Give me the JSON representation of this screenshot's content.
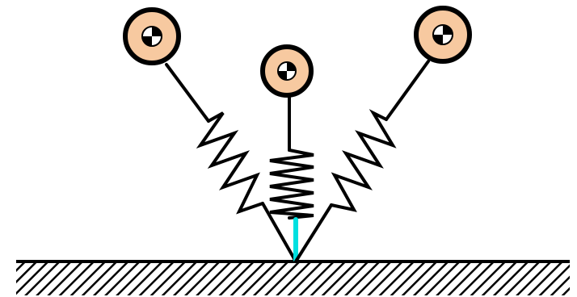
{
  "diagram": {
    "description_free": true,
    "masses": [
      {
        "id": "left",
        "fill_color": "#f7c9a0",
        "marker_icon": "center-of-mass-icon"
      },
      {
        "id": "middle",
        "fill_color": "#f7c9a0",
        "marker_icon": "center-of-mass-icon"
      },
      {
        "id": "right",
        "fill_color": "#f7c9a0",
        "marker_icon": "center-of-mass-icon"
      }
    ],
    "colors": {
      "line": "#000000",
      "mass_fill": "#f7c9a0",
      "contact_marker": "#00e0e0",
      "ground_hatch": "#000000"
    }
  }
}
